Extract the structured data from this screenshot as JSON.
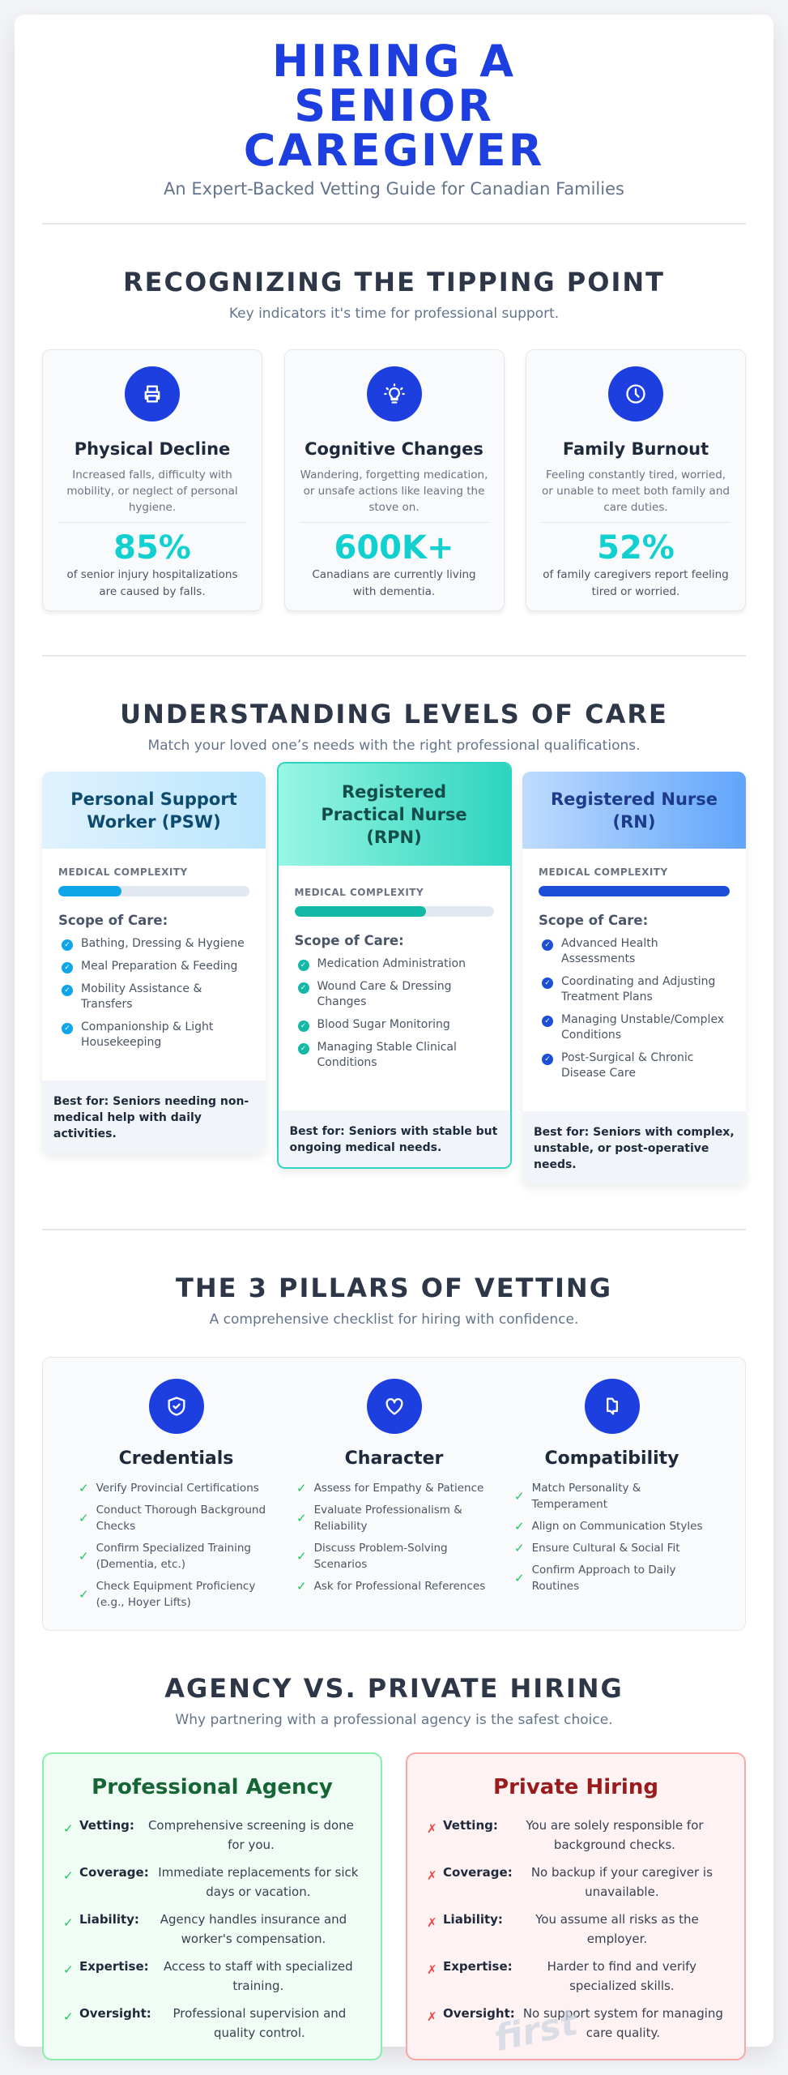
{
  "header": {
    "title": "HIRING A SENIOR CAREGIVER",
    "subtitle": "An Expert-Backed Vetting Guide for Canadian Families"
  },
  "tipping": {
    "title": "RECOGNIZING THE TIPPING POINT",
    "subtitle": "Key indicators it's time for professional support.",
    "cards": [
      {
        "icon": "printer-icon",
        "title": "Physical Decline",
        "desc": "Increased falls, difficulty with mobility, or neglect of personal hygiene.",
        "stat": "85%",
        "stat_desc": "of senior injury hospitalizations are caused by falls."
      },
      {
        "icon": "lightbulb-icon",
        "title": "Cognitive Changes",
        "desc": "Wandering, forgetting medication, or unsafe actions like leaving the stove on.",
        "stat": "600K+",
        "stat_desc": "Canadians are currently living with dementia."
      },
      {
        "icon": "clock-icon",
        "title": "Family Burnout",
        "desc": "Feeling constantly tired, worried, or unable to meet both family and care duties.",
        "stat": "52%",
        "stat_desc": "of family caregivers report feeling tired or worried."
      }
    ]
  },
  "levels": {
    "title": "UNDERSTANDING LEVELS OF CARE",
    "subtitle": "Match your loved one’s needs with the right professional qualifications.",
    "complexity_label": "MEDICAL COMPLEXITY",
    "scope_label": "Scope of Care:",
    "cards": [
      {
        "title": "Personal Support Worker (PSW)",
        "complexity_pct": 33,
        "color": "#0ea5e9",
        "items": [
          "Bathing, Dressing & Hygiene",
          "Meal Preparation & Feeding",
          "Mobility Assistance & Transfers",
          "Companionship & Light Housekeeping"
        ],
        "best": "Best for: Seniors needing non-medical help with daily activities."
      },
      {
        "title": "Registered Practical Nurse (RPN)",
        "complexity_pct": 66,
        "color": "#14b8a6",
        "items": [
          "Medication Administration",
          "Wound Care & Dressing Changes",
          "Blood Sugar Monitoring",
          "Managing Stable Clinical Conditions"
        ],
        "best": "Best for: Seniors with stable but ongoing medical needs."
      },
      {
        "title": "Registered Nurse (RN)",
        "complexity_pct": 100,
        "color": "#1d4ed8",
        "items": [
          "Advanced Health Assessments",
          "Coordinating and Adjusting Treatment Plans",
          "Managing Unstable/Complex Conditions",
          "Post-Surgical & Chronic Disease Care"
        ],
        "best": "Best for: Seniors with complex, unstable, or post-operative needs."
      }
    ]
  },
  "pillars": {
    "title": "THE 3 PILLARS OF VETTING",
    "subtitle": "A comprehensive checklist for hiring with confidence.",
    "items": [
      {
        "icon": "shield-check-icon",
        "title": "Credentials",
        "checks": [
          "Verify Provincial Certifications",
          "Conduct Thorough Background Checks",
          "Confirm Specialized Training (Dementia, etc.)",
          "Check Equipment Proficiency (e.g., Hoyer Lifts)"
        ]
      },
      {
        "icon": "heart-icon",
        "title": "Character",
        "checks": [
          "Assess for Empathy & Patience",
          "Evaluate Professionalism & Reliability",
          "Discuss Problem-Solving Scenarios",
          "Ask for Professional References"
        ]
      },
      {
        "icon": "puzzle-icon",
        "title": "Compatibility",
        "checks": [
          "Match Personality & Temperament",
          "Align on Communication Styles",
          "Ensure Cultural & Social Fit",
          "Confirm Approach to Daily Routines"
        ]
      }
    ]
  },
  "compare": {
    "title": "AGENCY VS. PRIVATE HIRING",
    "subtitle": "Why partnering with a professional agency is the safest choice.",
    "agency": {
      "title": "Professional Agency",
      "rows": [
        [
          "Vetting:",
          "Comprehensive screening is done for you."
        ],
        [
          "Coverage:",
          "Immediate replacements for sick days or vacation."
        ],
        [
          "Liability:",
          "Agency handles insurance and worker's compensation."
        ],
        [
          "Expertise:",
          "Access to staff with specialized training."
        ],
        [
          "Oversight:",
          "Professional supervision and quality control."
        ]
      ]
    },
    "private": {
      "title": "Private Hiring",
      "rows": [
        [
          "Vetting:",
          "You are solely responsible for background checks."
        ],
        [
          "Coverage:",
          "No backup if your caregiver is unavailable."
        ],
        [
          "Liability:",
          "You assume all risks as the employer."
        ],
        [
          "Expertise:",
          "Harder to find and verify specialized skills."
        ],
        [
          "Oversight:",
          "No support system for managing care quality."
        ]
      ]
    }
  },
  "watermark": "first"
}
